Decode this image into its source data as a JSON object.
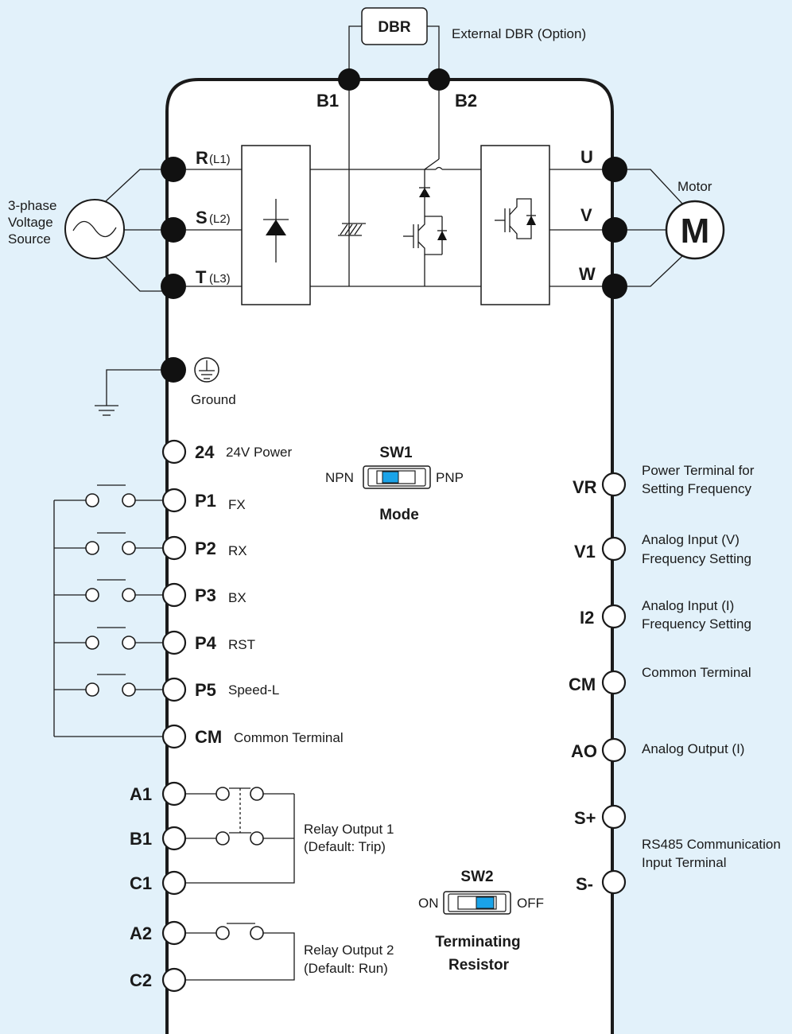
{
  "dbr": {
    "label": "DBR",
    "note": "External DBR (Option)"
  },
  "brake": {
    "b1": "B1",
    "b2": "B2"
  },
  "source": {
    "line1": "3-phase",
    "line2": "Voltage",
    "line3": "Source"
  },
  "inputs": [
    {
      "name": "R",
      "sub": "(L1)"
    },
    {
      "name": "S",
      "sub": "(L2)"
    },
    {
      "name": "T",
      "sub": "(L3)"
    }
  ],
  "outputs": [
    {
      "name": "U"
    },
    {
      "name": "V"
    },
    {
      "name": "W"
    }
  ],
  "motor": {
    "label": "Motor",
    "symbol": "M"
  },
  "ground": {
    "label": "Ground"
  },
  "sw1": {
    "title": "SW1",
    "left": "NPN",
    "right": "PNP",
    "caption": "Mode"
  },
  "sw2": {
    "title": "SW2",
    "left": "ON",
    "right": "OFF",
    "caption1": "Terminating",
    "caption2": "Resistor"
  },
  "left_terminals": [
    {
      "name": "24",
      "desc": "24V Power"
    },
    {
      "name": "P1",
      "desc": "FX"
    },
    {
      "name": "P2",
      "desc": "RX"
    },
    {
      "name": "P3",
      "desc": "BX"
    },
    {
      "name": "P4",
      "desc": "RST"
    },
    {
      "name": "P5",
      "desc": "Speed-L"
    },
    {
      "name": "CM",
      "desc": "Common Terminal"
    }
  ],
  "relay_terminals": {
    "a1": "A1",
    "b1": "B1",
    "c1": "C1",
    "a2": "A2",
    "c2": "C2",
    "relay1_line1": "Relay Output 1",
    "relay1_line2": "(Default: Trip)",
    "relay2_line1": "Relay Output 2",
    "relay2_line2": "(Default: Run)"
  },
  "right_terminals": [
    {
      "name": "VR",
      "desc1": "Power Terminal for",
      "desc2": "Setting Frequency"
    },
    {
      "name": "V1",
      "desc1": "Analog Input (V)",
      "desc2": "Frequency Setting"
    },
    {
      "name": "I2",
      "desc1": "Analog Input (I)",
      "desc2": "Frequency Setting"
    },
    {
      "name": "CM",
      "desc1": "Common Terminal",
      "desc2": ""
    },
    {
      "name": "AO",
      "desc1": "Analog Output (I)",
      "desc2": ""
    },
    {
      "name": "S+",
      "desc1": "",
      "desc2": ""
    },
    {
      "name": "S-",
      "desc1": "",
      "desc2": ""
    }
  ],
  "rs485": {
    "line1": "RS485 Communication",
    "line2": "Input Terminal"
  },
  "colors": {
    "background": "#e2f1fa",
    "switch_accent": "#1aa3e8",
    "ink": "#1a1a1a"
  }
}
